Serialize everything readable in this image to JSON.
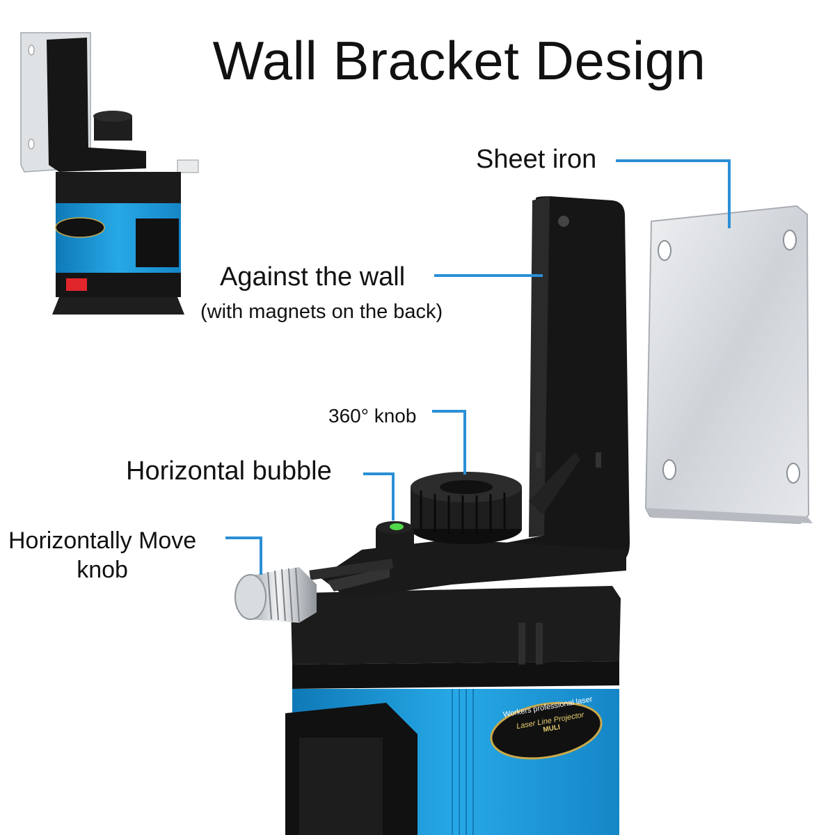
{
  "title": "Wall Bracket Design",
  "labels": {
    "sheet_iron": "Sheet iron",
    "against_wall": "Against the wall",
    "against_wall_note": "(with magnets on the back)",
    "knob_360": "360° knob",
    "horizontal_bubble": "Horizontal bubble",
    "move_knob_line1": "Horizontally Move",
    "move_knob_line2": "knob"
  },
  "device": {
    "badge_line1": "Workers professional laser",
    "badge_line2": "Laser Line Projector",
    "badge_line3": "MULI"
  },
  "colors": {
    "callout_line": "#2b8fd6",
    "device_blue": "#1c9ad6",
    "bracket_black": "#161616",
    "sheet_metal": "#d4d7db",
    "accent_red": "#e0262b"
  }
}
